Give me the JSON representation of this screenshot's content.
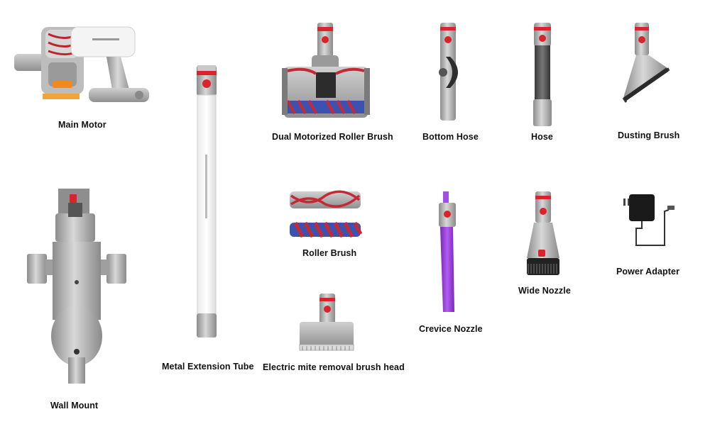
{
  "colors": {
    "accent_red": "#d9242b",
    "metal": "#a7a7a7",
    "dark_metal": "#6e6e6e",
    "purple": "#9b3fd6",
    "roller_red": "#c42a35",
    "roller_blue": "#3b52b0"
  },
  "items": {
    "main_motor": {
      "label": "Main Motor"
    },
    "dual_roller": {
      "label": "Dual Motorized Roller Brush"
    },
    "bottom_hose": {
      "label": "Bottom Hose"
    },
    "hose": {
      "label": "Hose"
    },
    "dusting_brush": {
      "label": "Dusting Brush"
    },
    "wall_mount": {
      "label": "Wall Mount"
    },
    "extension_tube": {
      "label": "Metal Extension Tube"
    },
    "roller_brush": {
      "label": "Roller Brush"
    },
    "mite_brush": {
      "label": "Electric mite removal brush head"
    },
    "crevice_nozzle": {
      "label": "Crevice Nozzle"
    },
    "wide_nozzle": {
      "label": "Wide Nozzle"
    },
    "power_adapter": {
      "label": "Power Adapter"
    }
  }
}
